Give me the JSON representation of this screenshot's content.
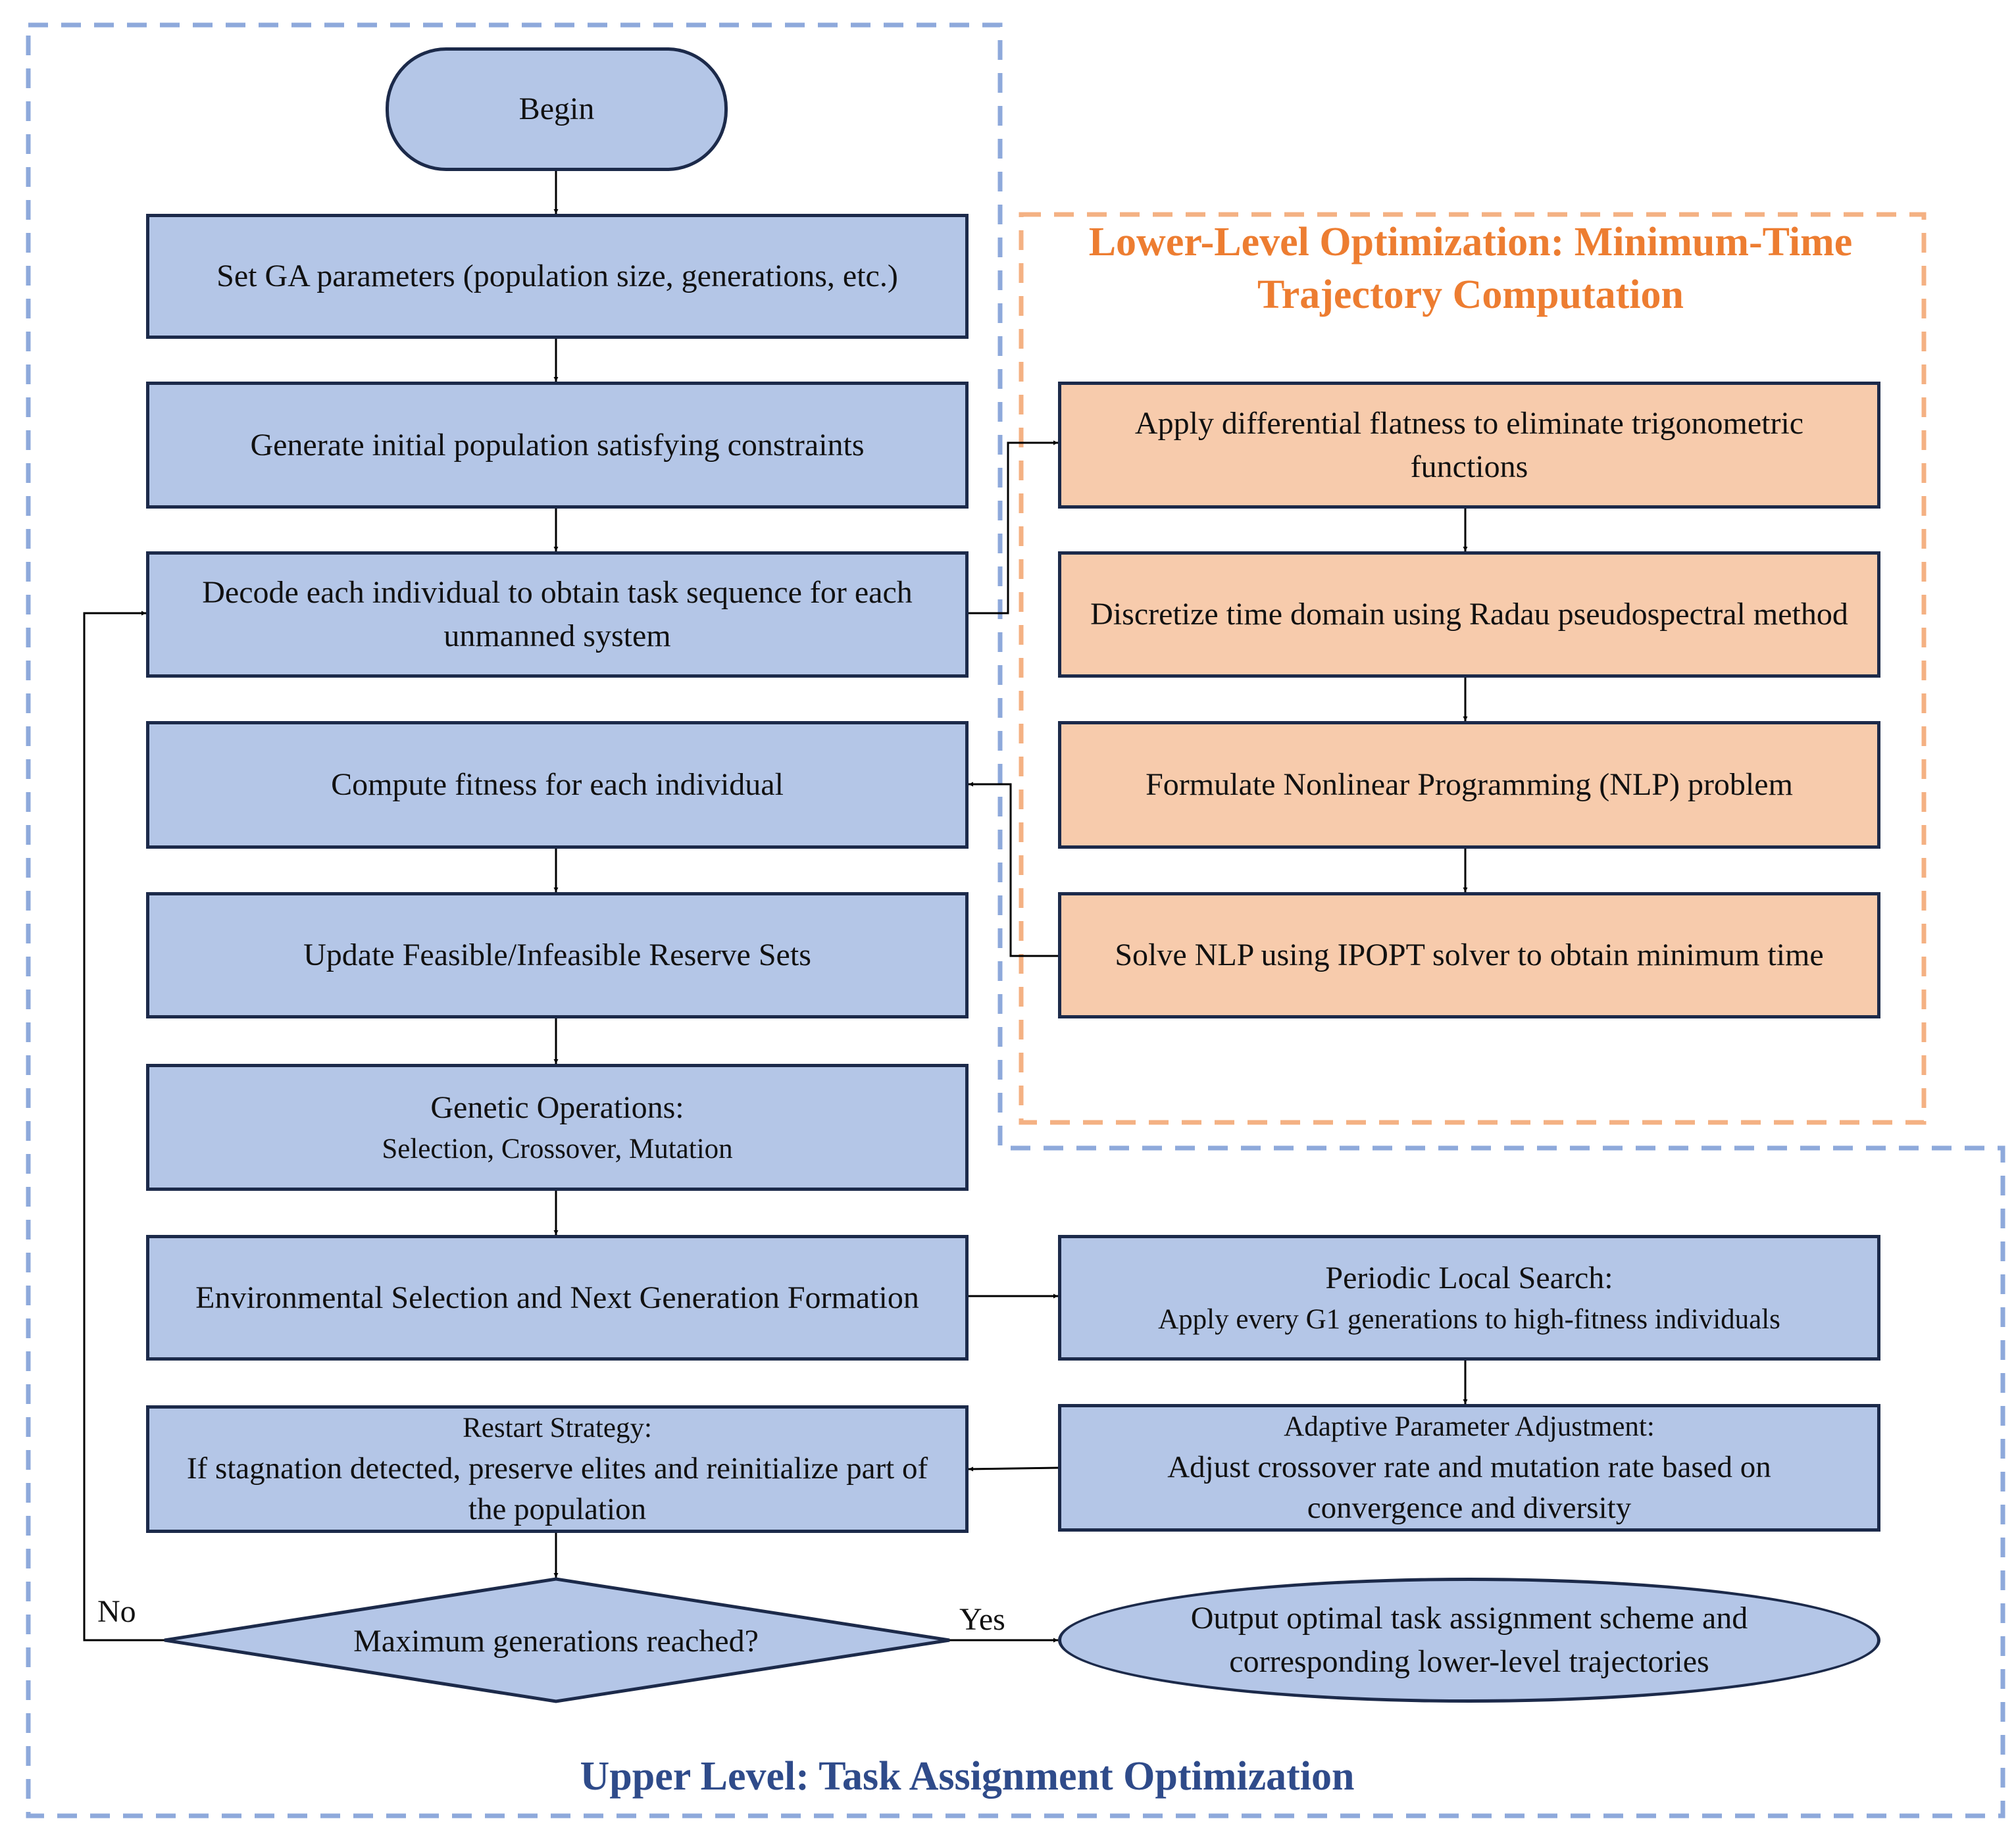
{
  "colors": {
    "blue_fill": "#b4c6e7",
    "orange_fill": "#f7cbac",
    "box_border": "#1c2a4a",
    "upper_frame": "#8ea9db",
    "lower_frame": "#f4b183",
    "upper_title": "#2f4b8a",
    "lower_title": "#ed7d31"
  },
  "upper_panel": {
    "title": "Upper Level: Task Assignment Optimization"
  },
  "lower_panel": {
    "title": "Lower-Level Optimization: Minimum-Time Trajectory Computation"
  },
  "nodes": {
    "begin": "Begin",
    "set_params": "Set GA parameters  (population size, generations, etc.)",
    "generate_population": "Generate initial population satisfying constraints",
    "decode": "Decode each individual to obtain task sequence for each unmanned system",
    "compute_fitness": "Compute fitness for each individual",
    "update_reserve": "Update Feasible/Infeasible Reserve Sets",
    "genetic_ops": {
      "title": "Genetic Operations:",
      "detail": "Selection, Crossover, Mutation"
    },
    "env_selection": "Environmental Selection and Next Generation Formation",
    "restart": {
      "title": "Restart Strategy:",
      "detail": "If stagnation detected, preserve elites and reinitialize part of the population"
    },
    "decision": "Maximum generations reached?",
    "flatness": "Apply differential flatness to eliminate trigonometric functions",
    "discretize": "Discretize time domain using Radau pseudospectral method",
    "formulate_nlp": "Formulate Nonlinear Programming (NLP) problem",
    "solve_nlp": "Solve NLP using IPOPT solver to obtain minimum time",
    "local_search": {
      "title": "Periodic Local Search:",
      "detail": "Apply every G1 generations to high-fitness individuals"
    },
    "adaptive": {
      "title": "Adaptive Parameter Adjustment:",
      "detail": "Adjust crossover rate and mutation rate based on convergence and diversity"
    },
    "output": "Output optimal task assignment scheme and corresponding lower-level trajectories"
  },
  "edge_labels": {
    "no": "No",
    "yes": "Yes"
  }
}
